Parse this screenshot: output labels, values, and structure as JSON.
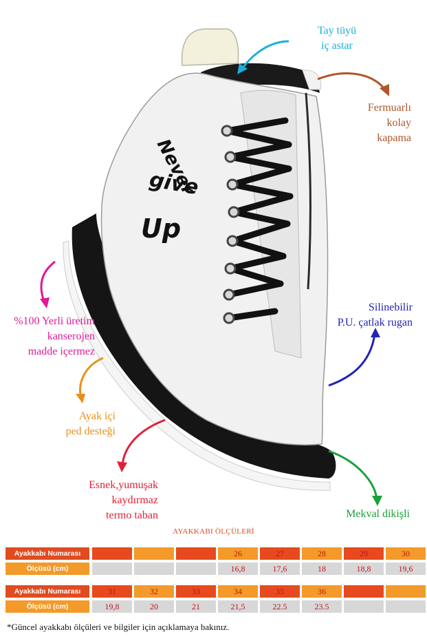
{
  "callouts": {
    "lining": [
      "Tay tüyü",
      "iç astar"
    ],
    "zipper": [
      "Fermuarlı",
      "kolay",
      "kapama"
    ],
    "local": [
      "%100 Yerli üretim",
      "kanserojen",
      "madde içermez"
    ],
    "patent": [
      "Silinebilir",
      "P.U. çatlak rugan"
    ],
    "insole": [
      "Ayak içi",
      "ped desteği"
    ],
    "sole": [
      "Esnek,yumuşak",
      "kaydırmaz",
      "termo  taban"
    ],
    "stitch": [
      "Mekval dikişli"
    ]
  },
  "colors": {
    "lining": "#19b0d8",
    "zipper": "#b0562a",
    "local": "#e0189a",
    "patent": "#2222b8",
    "insole": "#e8901a",
    "sole": "#e0203a",
    "stitch": "#1aa03a",
    "label_bg": "#e14b1f",
    "cell_orange": "#f39a2a",
    "cell_red": "#e64a1e",
    "cell_gray": "#d7d7d7"
  },
  "boot_text": [
    "Never",
    "give",
    "Up"
  ],
  "size_table": {
    "title": "AYAKKABI ÖLÇÜLERİ",
    "number_label": "Ayakkabı Numarası",
    "cm_label": "Ölçüsü (cm)",
    "block1": {
      "sizes": [
        "",
        "",
        "",
        "26",
        "27",
        "28",
        "29",
        "30"
      ],
      "cm": [
        "",
        "",
        "",
        "16,8",
        "17,6",
        "18",
        "18,8",
        "19,6"
      ]
    },
    "block2": {
      "sizes": [
        "31",
        "32",
        "33",
        "34",
        "35",
        "36",
        "",
        ""
      ],
      "cm": [
        "19,8",
        "20",
        "21",
        "21,5",
        "22.5",
        "23.5",
        "",
        ""
      ]
    }
  },
  "footnote": "*Güncel ayakkabı ölçüleri ve bilgiler için açıklamaya bakınız."
}
